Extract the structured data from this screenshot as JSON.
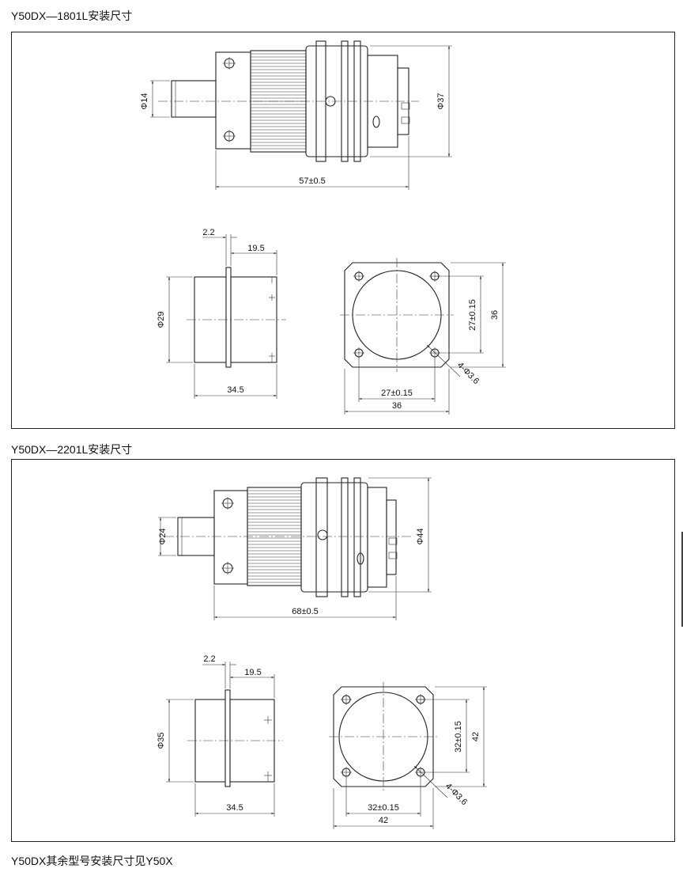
{
  "sections": [
    {
      "title": "Y50DX—1801L安装尺寸",
      "side_view": {
        "diameter_left": "Φ14",
        "diameter_right": "Φ37",
        "length": "57±0.5"
      },
      "section_view": {
        "flange": "2.2",
        "depth": "19.5",
        "diameter": "Φ29",
        "length": "34.5"
      },
      "front_view": {
        "hole_spacing_v": "27±0.15",
        "overall_v": "36",
        "holes": "4-Φ3.6",
        "hole_spacing_h": "27±0.15",
        "overall_h": "36"
      }
    },
    {
      "title": "Y50DX—2201L安装尺寸",
      "side_view": {
        "diameter_left": "Φ24",
        "diameter_right": "Φ44",
        "length": "68±0.5"
      },
      "section_view": {
        "flange": "2.2",
        "depth": "19.5",
        "diameter": "Φ35",
        "length": "34.5"
      },
      "front_view": {
        "hole_spacing_v": "32±0.15",
        "overall_v": "42",
        "holes": "4-Φ3.6",
        "hole_spacing_h": "32±0.15",
        "overall_h": "42"
      }
    }
  ],
  "footer": "Y50DX其余型号安装尺寸见Y50X"
}
